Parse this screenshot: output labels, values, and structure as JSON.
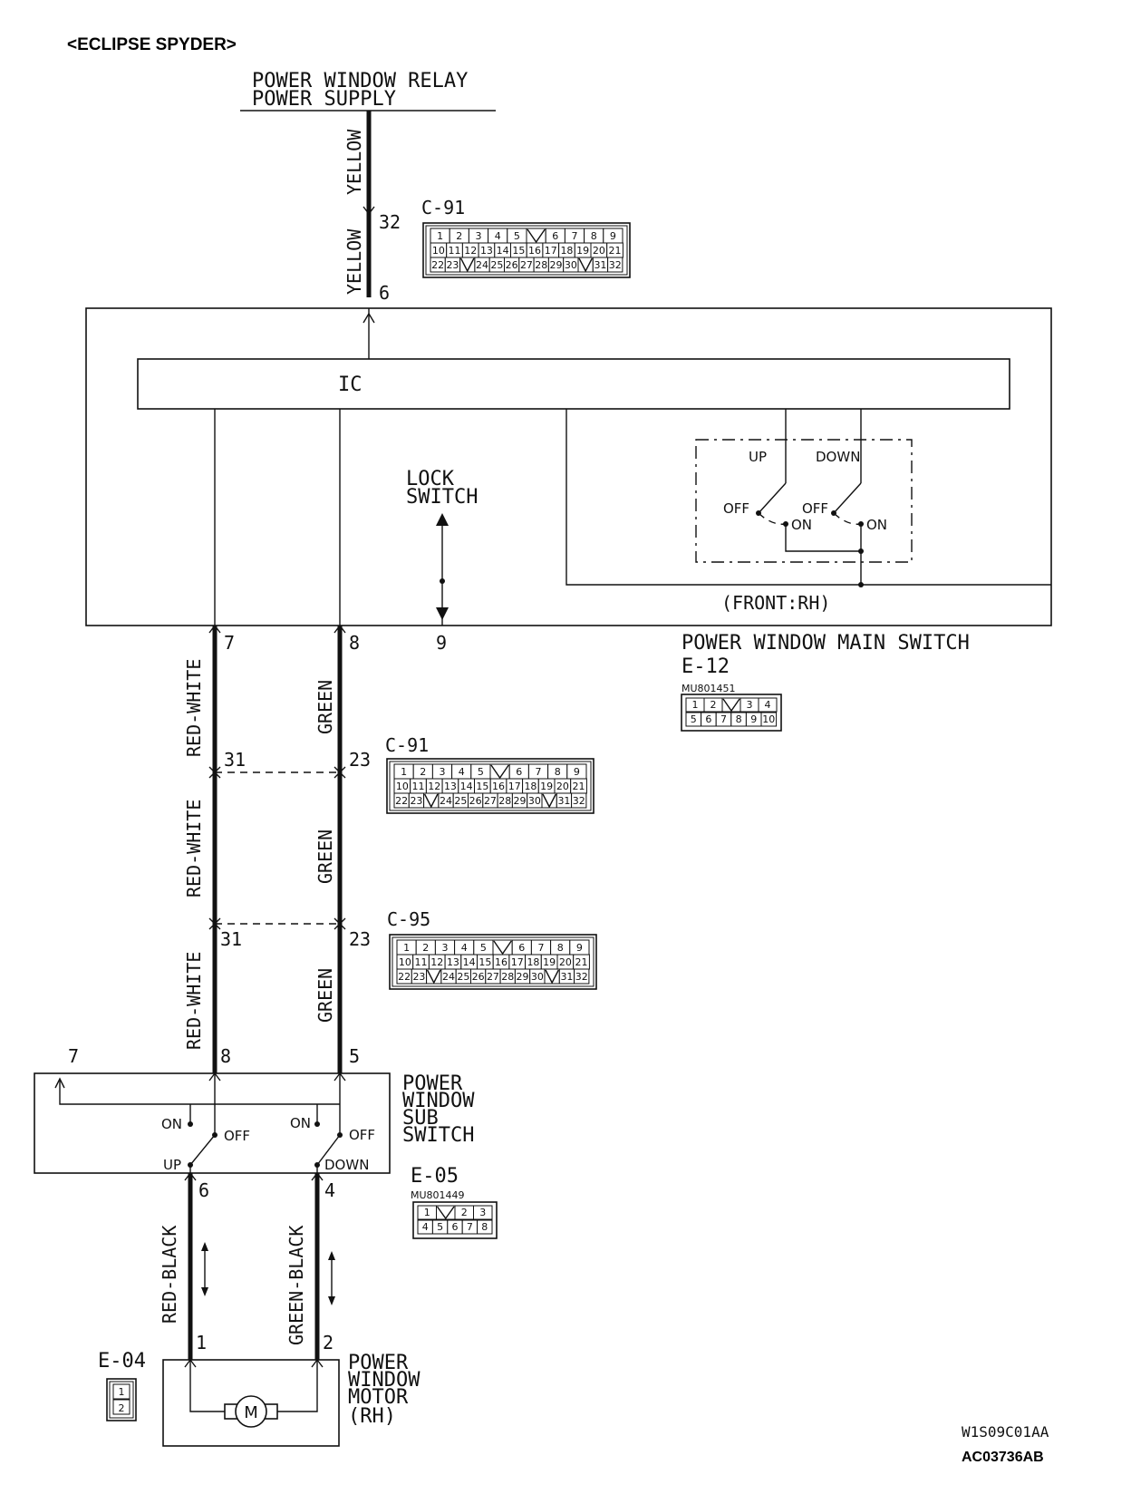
{
  "header": {
    "model": "<ECLIPSE SPYDER>"
  },
  "supply": {
    "line1": "POWER WINDOW RELAY",
    "line2": "POWER SUPPLY"
  },
  "wires": {
    "yellow_upper": "YELLOW",
    "yellow_lower": "YELLOW",
    "rw1": "RED-WHITE",
    "rw2": "RED-WHITE",
    "rw3": "RED-WHITE",
    "g1": "GREEN",
    "g2": "GREEN",
    "g3": "GREEN",
    "red_black": "RED-BLACK",
    "green_black": "GREEN-BLACK"
  },
  "pins": {
    "p32": "32",
    "p6": "6",
    "p7": "7",
    "p8": "8",
    "p9": "9",
    "p31a": "31",
    "p23a": "23",
    "p31b": "31",
    "p23b": "23",
    "sub7": "7",
    "sub8": "8",
    "sub5": "5",
    "sub6": "6",
    "sub4": "4",
    "m1": "1",
    "m2": "2"
  },
  "main_switch": {
    "ic": "IC",
    "lock1": "LOCK",
    "lock2": "SWITCH",
    "up": "UP",
    "down": "DOWN",
    "off1": "OFF",
    "off2": "OFF",
    "on1": "ON",
    "on2": "ON",
    "front": "(FRONT:RH)",
    "name": "POWER WINDOW MAIN SWITCH",
    "code": "E-12",
    "part": "MU801451"
  },
  "sub_switch": {
    "l1": "POWER",
    "l2": "WINDOW",
    "l3": "SUB",
    "l4": "SWITCH",
    "on_l": "ON",
    "off_l": "OFF",
    "up": "UP",
    "on_r": "ON",
    "off_r": "OFF",
    "down": "DOWN",
    "code": "E-05",
    "part": "MU801449"
  },
  "motor": {
    "l1": "POWER",
    "l2": "WINDOW",
    "l3": "MOTOR",
    "l4": "(RH)",
    "code": "E-04",
    "symbol": "M"
  },
  "connectors": {
    "c91a": "C-91",
    "c91b": "C-91",
    "c95": "C-95"
  },
  "connector_pins": {
    "c32_row1": [
      "1",
      "2",
      "3",
      "4",
      "5",
      "",
      "6",
      "7",
      "8",
      "9"
    ],
    "c32_row2": [
      "10",
      "11",
      "12",
      "13",
      "14",
      "15",
      "16",
      "17",
      "18",
      "19",
      "20",
      "21"
    ],
    "c32_row3": [
      "22",
      "23",
      "",
      "24",
      "25",
      "26",
      "27",
      "28",
      "29",
      "30",
      "",
      "31",
      "32"
    ],
    "e12_row1": [
      "1",
      "2",
      "",
      "3",
      "4"
    ],
    "e12_row2": [
      "5",
      "6",
      "7",
      "8",
      "9",
      "10"
    ],
    "e05_row1": [
      "1",
      "",
      "2",
      "3"
    ],
    "e05_row2": [
      "4",
      "5",
      "6",
      "7",
      "8"
    ],
    "e04": [
      "1",
      "2"
    ]
  },
  "footer": {
    "code1": "W1S09C01AA",
    "code2": "AC03736AB"
  }
}
